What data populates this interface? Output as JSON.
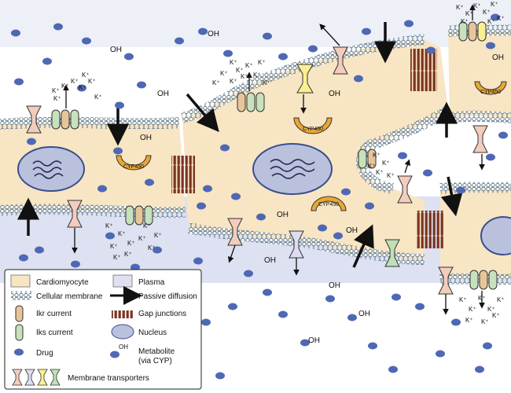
{
  "colors": {
    "cardiomyocyte": "#f7e5c4",
    "plasma": "#dde1f1",
    "drug": "#4f68b3",
    "cyp": "#e9a733",
    "transporter_pink": "#f2cdbd",
    "transporter_yellow": "#fbf08f",
    "transporter_green": "#bfe0b6",
    "transporter_lavender": "#dcdcf2",
    "ikr": "#e7c59b",
    "iks": "#c7e1bd",
    "gap_junction": "#7a3320"
  },
  "labels": {
    "oh": "OH",
    "k": "K⁺",
    "cyp": "CYP450"
  },
  "legend": {
    "cardiomyocyte": "Cardiomyocyte",
    "plasma": "Plasma",
    "membrane": "Cellular membrane",
    "diffusion": "Passive diffusion",
    "ikr": "Ikr current",
    "gap": "Gap junctions",
    "iks": "Iks current",
    "nucleus": "Nucleus",
    "drug": "Drug",
    "metabolite_1": "Metabolite",
    "metabolite_2": "(via CYP)",
    "transporters": "Membrane transporters"
  }
}
